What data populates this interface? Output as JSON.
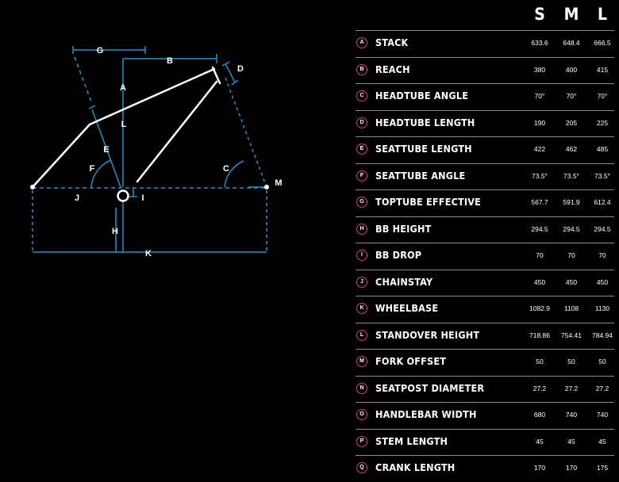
{
  "colors": {
    "background": "#000000",
    "frame": "#ffffff",
    "dimension": "#2a8fc4",
    "badge": "#e0368a",
    "rule": "#8a8a8a"
  },
  "diagram": {
    "letters": {
      "G": "G",
      "B": "B",
      "D": "D",
      "A": "A",
      "L": "L",
      "E": "E",
      "F": "F",
      "C": "C",
      "M": "M",
      "J": "J",
      "I": "I",
      "H": "H",
      "K": "K"
    }
  },
  "table": {
    "sizes": [
      "S",
      "M",
      "L"
    ],
    "rows": [
      {
        "letter": "A",
        "label": "STACK",
        "values": [
          "633.6",
          "648.4",
          "666.5"
        ]
      },
      {
        "letter": "B",
        "label": "REACH",
        "values": [
          "380",
          "400",
          "415"
        ]
      },
      {
        "letter": "C",
        "label": "HEADTUBE ANGLE",
        "values": [
          "70°",
          "70°",
          "70°"
        ]
      },
      {
        "letter": "D",
        "label": "HEADTUBE LENGTH",
        "values": [
          "190",
          "205",
          "225"
        ]
      },
      {
        "letter": "E",
        "label": "SEATTUBE LENGTH",
        "values": [
          "422",
          "462",
          "485"
        ]
      },
      {
        "letter": "F",
        "label": "SEATTUBE ANGLE",
        "values": [
          "73.5°",
          "73.5°",
          "73.5°"
        ]
      },
      {
        "letter": "G",
        "label": "TOPTUBE EFFECTIVE",
        "values": [
          "567.7",
          "591.9",
          "612.4"
        ]
      },
      {
        "letter": "H",
        "label": "BB HEIGHT",
        "values": [
          "294.5",
          "294.5",
          "294.5"
        ]
      },
      {
        "letter": "I",
        "label": "BB DROP",
        "values": [
          "70",
          "70",
          "70"
        ]
      },
      {
        "letter": "J",
        "label": "CHAINSTAY",
        "values": [
          "450",
          "450",
          "450"
        ]
      },
      {
        "letter": "K",
        "label": "WHEELBASE",
        "values": [
          "1082.9",
          "1108",
          "1130"
        ]
      },
      {
        "letter": "L",
        "label": "STANDOVER HEIGHT",
        "values": [
          "718.86",
          "754.41",
          "784.94"
        ]
      },
      {
        "letter": "M",
        "label": "FORK OFFSET",
        "values": [
          "50",
          "50",
          "50"
        ]
      },
      {
        "letter": "N",
        "label": "SEATPOST DIAMETER",
        "values": [
          "27.2",
          "27.2",
          "27.2"
        ]
      },
      {
        "letter": "O",
        "label": "HANDLEBAR WIDTH",
        "values": [
          "680",
          "740",
          "740"
        ]
      },
      {
        "letter": "P",
        "label": "STEM LENGTH",
        "values": [
          "45",
          "45",
          "45"
        ]
      },
      {
        "letter": "Q",
        "label": "CRANK LENGTH",
        "values": [
          "170",
          "170",
          "175"
        ]
      }
    ]
  }
}
